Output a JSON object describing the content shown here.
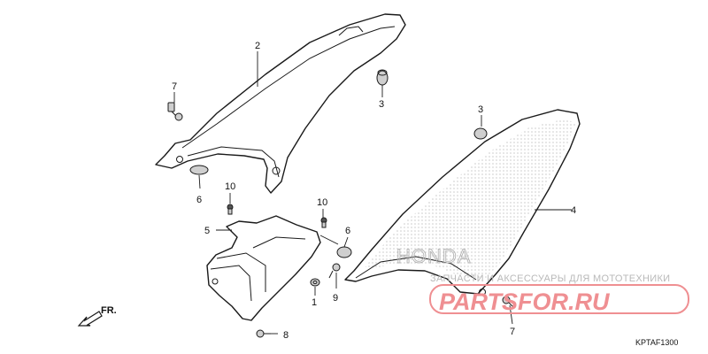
{
  "callouts": {
    "c1": "1",
    "c2": "2",
    "c3a": "3",
    "c3b": "3",
    "c4": "4",
    "c5": "5",
    "c6a": "6",
    "c6b": "6",
    "c7a": "7",
    "c7b": "7",
    "c8": "8",
    "c9": "9",
    "c10a": "10",
    "c10b": "10"
  },
  "front_arrow_label": "FR.",
  "diagram_code": "KPTAF1300",
  "panel_logo_text": "HONDA",
  "watermark": {
    "tagline": "ЗАПЧАСТИ И АКСЕССУАРЫ ДЛЯ МОТОТЕХНИКИ",
    "logo": "PARTSFOR.RU"
  },
  "colors": {
    "line": "#1a1a1a",
    "watermark_red": "#ef8f92",
    "watermark_gray": "#b9b9b9"
  }
}
